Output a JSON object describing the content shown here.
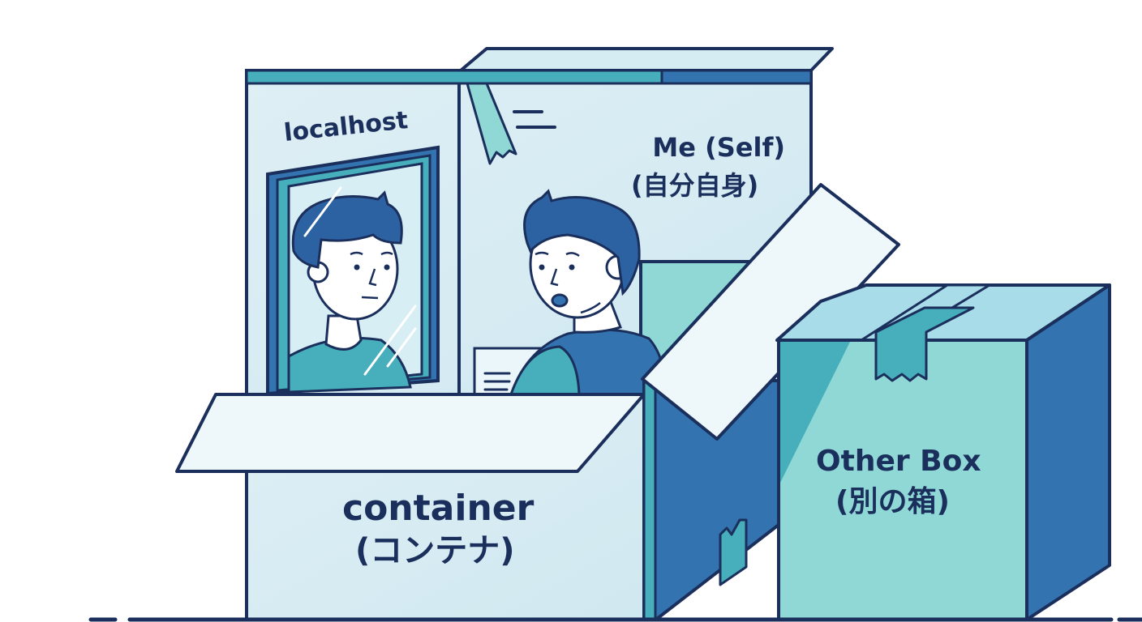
{
  "illustration": {
    "labels": {
      "localhost": "localhost",
      "me_en": "Me (Self)",
      "me_ja": "(自分自身)",
      "container_en": "container",
      "container_ja": "(コンテナ)",
      "other_en": "Other Box",
      "other_ja": "(別の箱)"
    },
    "colors": {
      "outline": "#1b2f5c",
      "box_light": "#d4ebf2",
      "flap_white": "#eef8fb",
      "teal": "#47aebb",
      "mint": "#8fd8d6",
      "blue": "#3374b0",
      "hair": "#2d62a2",
      "skin": "#ffffff"
    }
  }
}
